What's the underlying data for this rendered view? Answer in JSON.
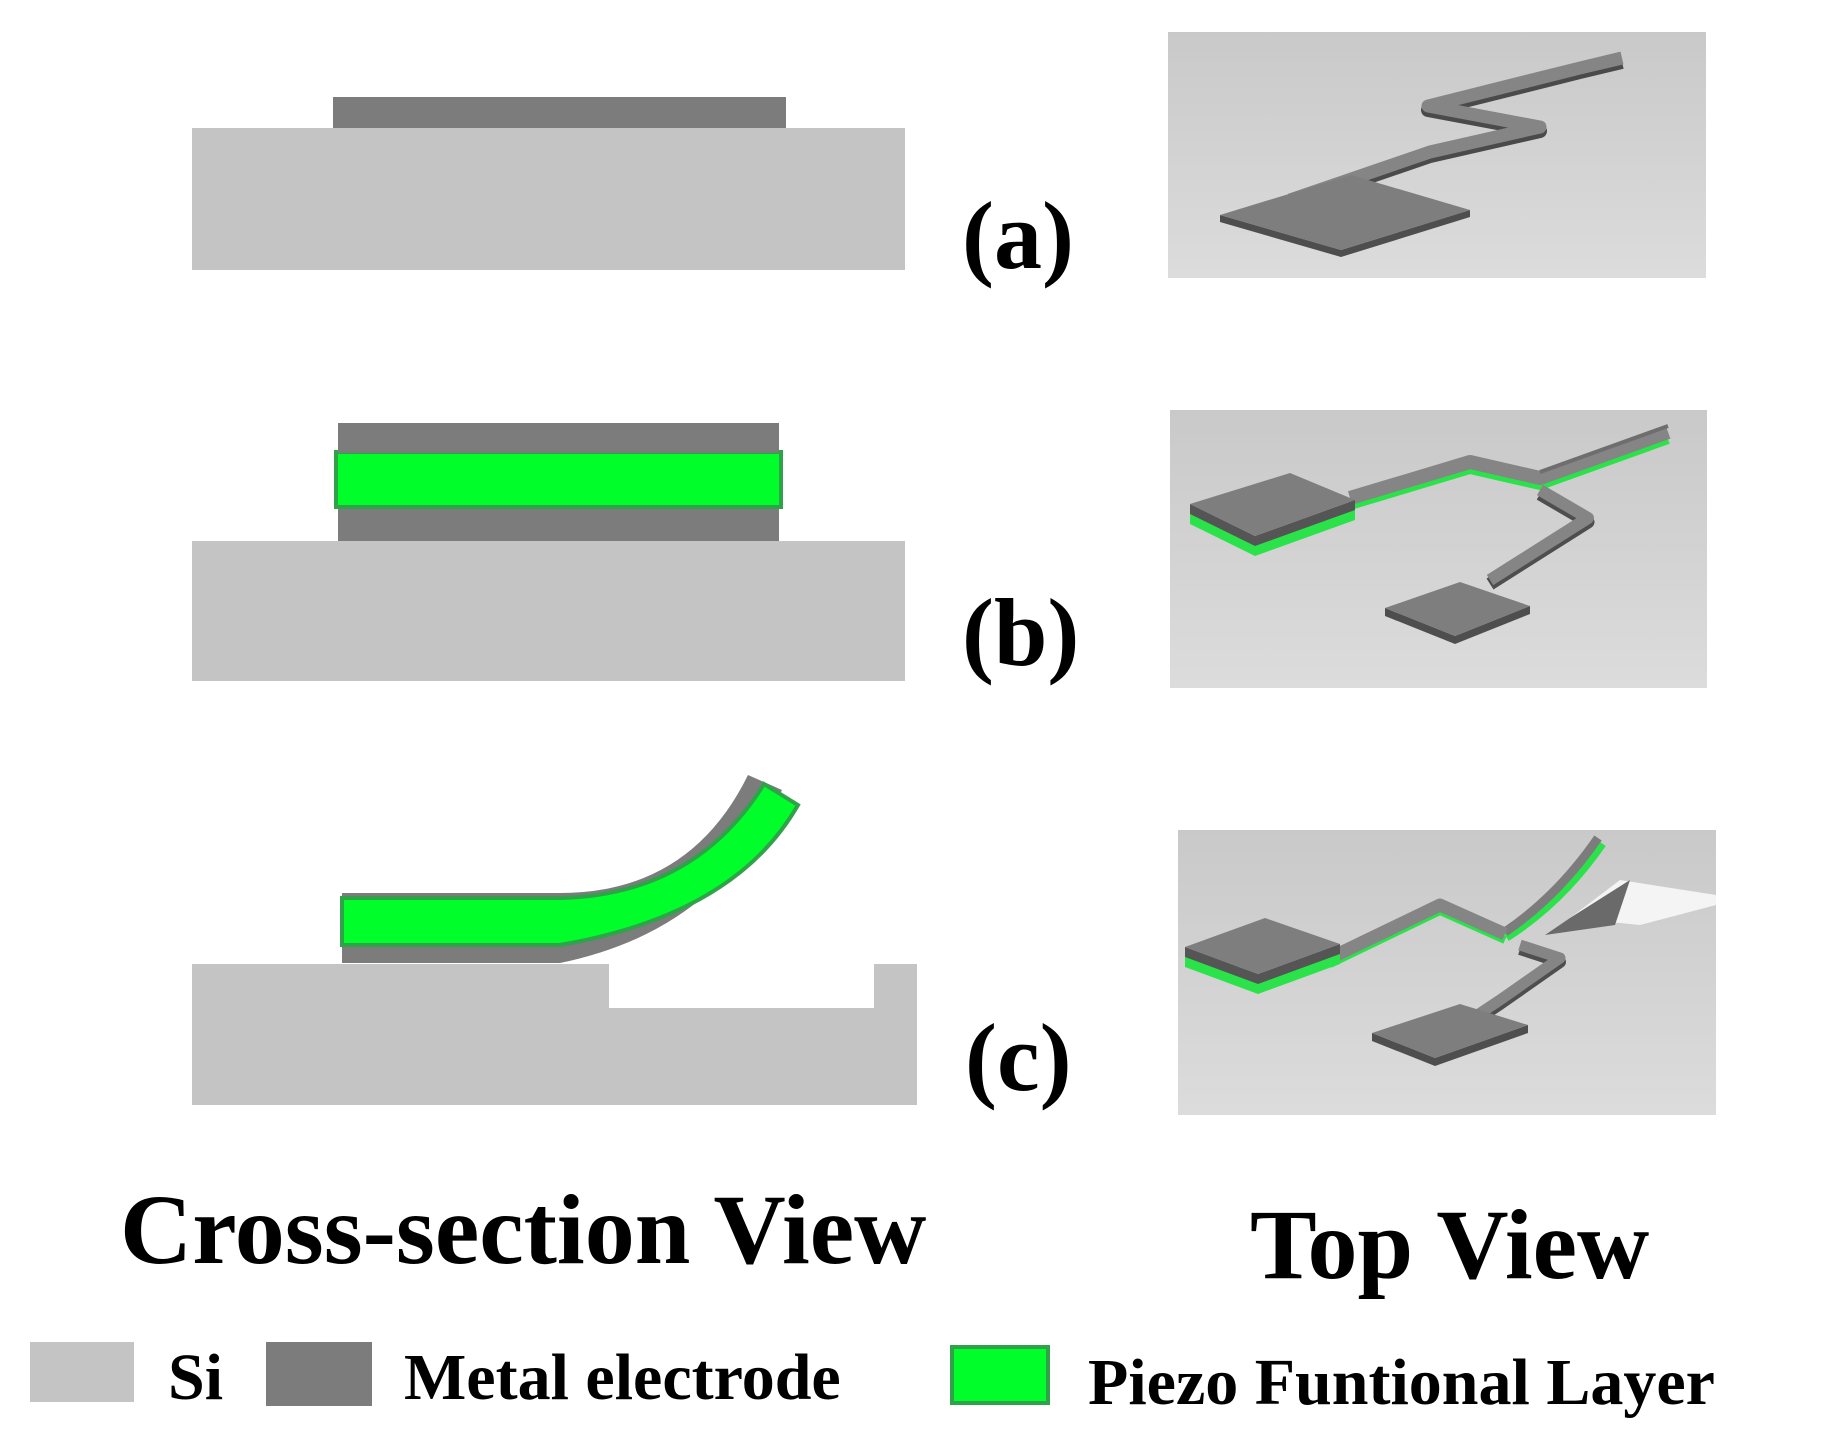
{
  "panels": [
    {
      "label": "(a)"
    },
    {
      "label": "(b)"
    },
    {
      "label": "(c)"
    }
  ],
  "view_titles": {
    "cross_section": "Cross-section View",
    "top": "Top View"
  },
  "legend": [
    {
      "label": "Si",
      "color": "#c4c4c4"
    },
    {
      "label": "Metal electrode",
      "color": "#7c7c7c"
    },
    {
      "label": "Piezo Funtional Layer",
      "color": "#00ff2a"
    }
  ]
}
